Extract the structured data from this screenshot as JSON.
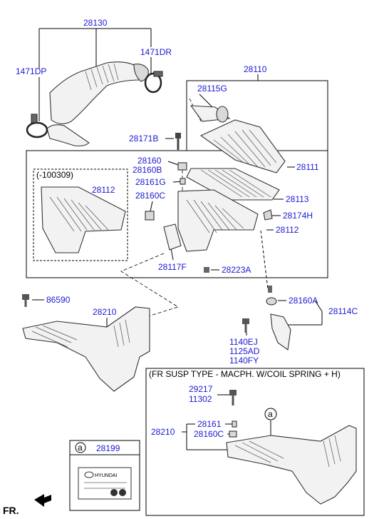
{
  "parts": {
    "p28130": "28130",
    "p1471DP": "1471DP",
    "p1471DR": "1471DR",
    "p28110": "28110",
    "p28115G": "28115G",
    "p28171B": "28171B",
    "p28111": "28111",
    "p28160": "28160",
    "p28160B": "28160B",
    "p28161G": "28161G",
    "p28113": "28113",
    "p28160C": "28160C",
    "p28112a": "28112",
    "p28174H": "28174H",
    "p28112b": "28112",
    "p28117F": "28117F",
    "p28223A": "28223A",
    "p86590": "86590",
    "p28210a": "28210",
    "p28160A": "28160A",
    "p28114C": "28114C",
    "p1140EJ": "1140EJ",
    "p1125AD": "1125AD",
    "p1140FY": "1140FY",
    "p29217": "29217",
    "p11302": "11302",
    "p28210b": "28210",
    "p28161": "28161",
    "p28160Cb": "28160C",
    "p28199": "28199"
  },
  "labels": {
    "variant_code": "(-100309)",
    "fr_susp_note": "(FR SUSP TYPE - MACPH. W/COIL SPRING + H)",
    "callout_a1": "a",
    "callout_a2": "a",
    "front_label": "FR.",
    "decal_brand": "HYUNDAI"
  }
}
